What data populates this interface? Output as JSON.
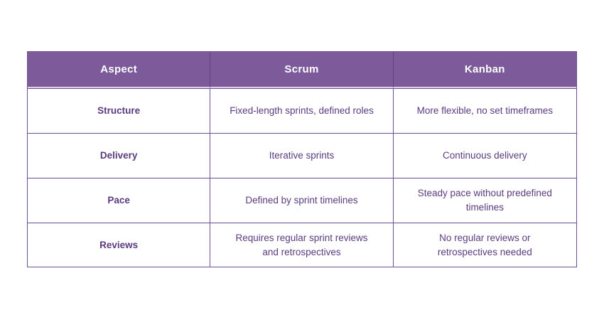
{
  "table": {
    "columns": [
      "Aspect",
      "Scrum",
      "Kanban"
    ],
    "rows": [
      {
        "aspect": "Structure",
        "scrum": "Fixed-length sprints, defined roles",
        "kanban": "More flexible, no set timeframes"
      },
      {
        "aspect": "Delivery",
        "scrum": "Iterative sprints",
        "kanban": "Continuous delivery"
      },
      {
        "aspect": "Pace",
        "scrum": "Defined by sprint timelines",
        "kanban": "Steady pace without predefined timelines"
      },
      {
        "aspect": "Reviews",
        "scrum": "Requires regular sprint reviews and retrospectives",
        "kanban": "No regular reviews or retrospectives needed"
      }
    ],
    "colors": {
      "header_bg": "#7d5a99",
      "header_text": "#ffffff",
      "body_text": "#5b3b80",
      "border": "#6e4f91",
      "header_separator": "#dcd2e6",
      "page_bg": "#ffffff"
    }
  }
}
